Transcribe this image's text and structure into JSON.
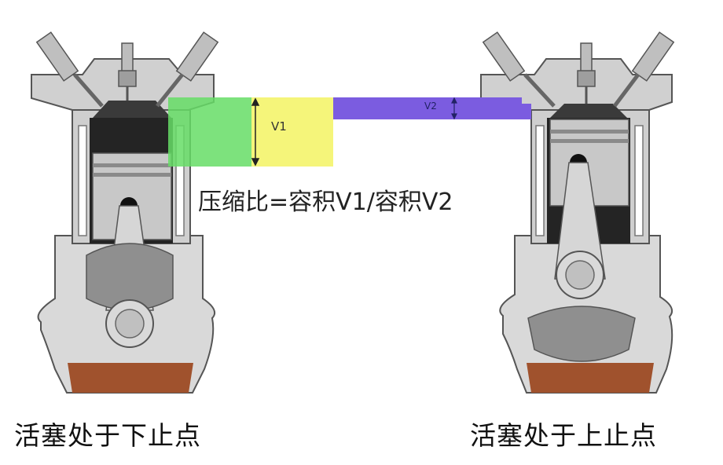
{
  "captions": {
    "left": "活塞处于下止点",
    "right": "活塞处于上止点"
  },
  "formula": "压缩比=容积V1/容积V2",
  "labels": {
    "v1": "V1",
    "v2": "V2"
  },
  "colors": {
    "green_volume": "#66dd66",
    "yellow_volume": "#f5f57a",
    "purple_volume": "#7b5ce0",
    "oil": "#a0522d",
    "block": "#d8d8d8",
    "dark_cylinder": "#1e1e1e",
    "piston": "#c4c4c4"
  }
}
